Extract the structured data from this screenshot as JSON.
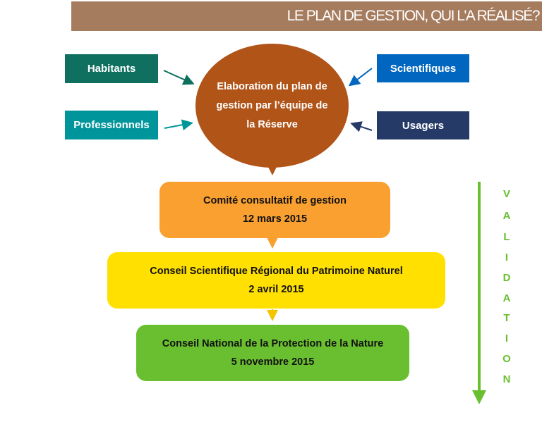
{
  "header": {
    "title": "LE PLAN DE GESTION, QUI L'A RÉALISÉ?"
  },
  "actors": [
    {
      "label": "Habitants",
      "color": "#0f7060"
    },
    {
      "label": "Professionnels",
      "color": "#00959a"
    },
    {
      "label": "Scientifiques",
      "color": "#0066c0"
    },
    {
      "label": "Usagers",
      "color": "#253a66"
    }
  ],
  "center": {
    "lines": [
      "Elaboration du plan de",
      "gestion par l’équipe de",
      "la Réserve"
    ],
    "color": "#b05418"
  },
  "steps": [
    {
      "title": "Comité consultatif de gestion",
      "date": "12 mars 2015",
      "color": "#f9a030"
    },
    {
      "title": "Conseil Scientifique Régional du Patrimoine Naturel",
      "date": "2 avril 2015",
      "color": "#ffe000"
    },
    {
      "title": "Conseil National de la Protection de la Nature",
      "date": "5 novembre 2015",
      "color": "#6abf30"
    }
  ],
  "validation": {
    "letters": [
      "V",
      "A",
      "L",
      "I",
      "D",
      "A",
      "T",
      "I",
      "O",
      "N"
    ],
    "color": "#6abf30"
  }
}
